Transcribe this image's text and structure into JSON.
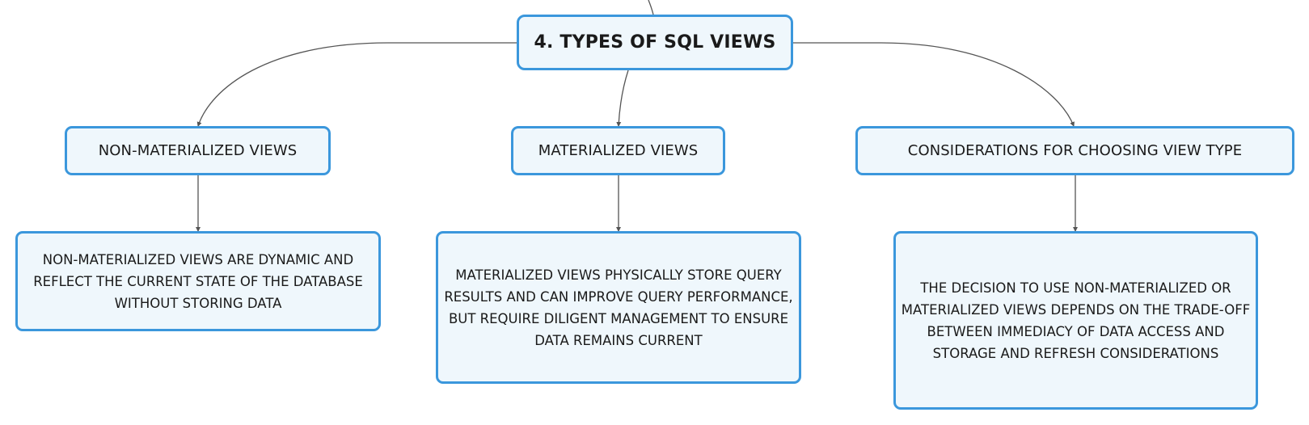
{
  "diagram": {
    "root": {
      "title": "4. TYPES OF SQL VIEWS"
    },
    "branches": [
      {
        "label": "NON-MATERIALIZED VIEWS",
        "detail": "NON-MATERIALIZED VIEWS ARE DYNAMIC AND REFLECT THE CURRENT STATE OF THE DATABASE WITHOUT STORING DATA"
      },
      {
        "label": "MATERIALIZED VIEWS",
        "detail": "MATERIALIZED VIEWS PHYSICALLY STORE QUERY RESULTS AND CAN IMPROVE QUERY PERFORMANCE, BUT REQUIRE DILIGENT MANAGEMENT TO ENSURE DATA REMAINS CURRENT"
      },
      {
        "label": "CONSIDERATIONS FOR CHOOSING VIEW TYPE",
        "detail": "THE DECISION TO USE NON-MATERIALIZED OR MATERIALIZED VIEWS DEPENDS ON THE TRADE-OFF BETWEEN IMMEDIACY OF DATA ACCESS AND STORAGE AND REFRESH CONSIDERATIONS"
      }
    ]
  },
  "colors": {
    "node_border": "#3b97dc",
    "node_fill": "#eff7fc",
    "connector": "#555555",
    "text": "#1a1a1a"
  }
}
